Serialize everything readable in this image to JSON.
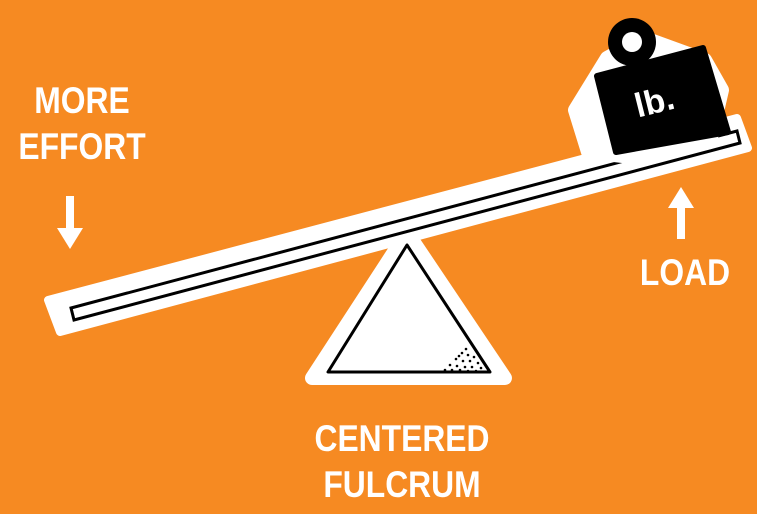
{
  "labels": {
    "effort": [
      "MORE",
      "EFFORT"
    ],
    "load": "LOAD",
    "fulcrum": [
      "CENTERED",
      "FULCRUM"
    ],
    "weight": "lb."
  },
  "colors": {
    "background": "#f68a22",
    "outline": "#ffffff",
    "ink": "#000000"
  },
  "icons": {
    "effort_arrow": "arrow-down-icon",
    "load_arrow": "arrow-up-icon",
    "weight": "kettlebell-weight-icon"
  }
}
